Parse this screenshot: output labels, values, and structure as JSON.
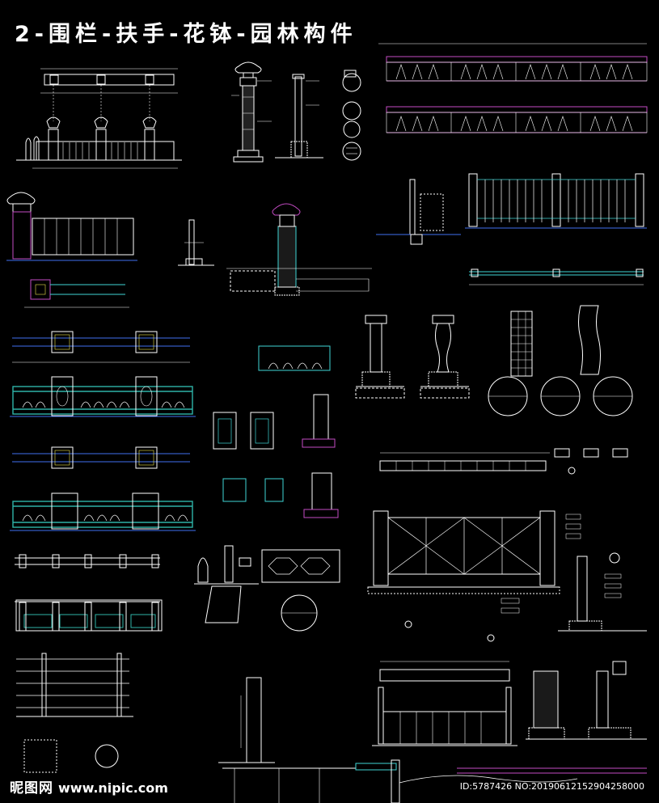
{
  "title": "2-围栏-扶手-花钵-园林构件",
  "colors": {
    "background": "#000000",
    "line": "#ffffff",
    "cyan": "#3fd6d6",
    "teal": "#2fb3a8",
    "magenta": "#c34bc3",
    "blue": "#3f6ff0",
    "yellow": "#e8e04a",
    "red": "#e04040",
    "green": "#46d046"
  },
  "watermark": {
    "logo": "昵图网",
    "site": "www.nipic.com",
    "id_text": "ID:5787426 NO:20190612152904258000"
  }
}
